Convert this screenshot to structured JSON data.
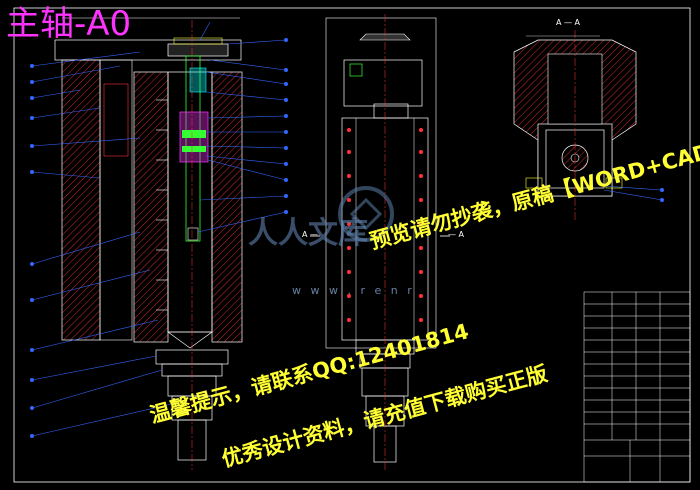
{
  "drawing_title": "主轴-A0",
  "section_labels": {
    "top": "A — A",
    "cut_left": "A —",
    "cut_right": "— A"
  },
  "watermark": {
    "line1": "原稿【WORD+CAD】全套资料",
    "line1_prefix": "预览请勿抄袭，",
    "line2": "温馨提示，请联系QQ:12401814",
    "line3": "优秀设计资料，请充值下载购买正版",
    "site": "w w w . r e n r",
    "logo_text": "人人文库"
  },
  "colors": {
    "background": "#000000",
    "outline": "#ffffff",
    "hatch": "#ff3333",
    "leader": "#3366ff",
    "centerline": "#ff3333",
    "green": "#33ff33",
    "magenta": "#ff33ff",
    "cyan": "#00ffff",
    "yellow": "#ffff33"
  }
}
